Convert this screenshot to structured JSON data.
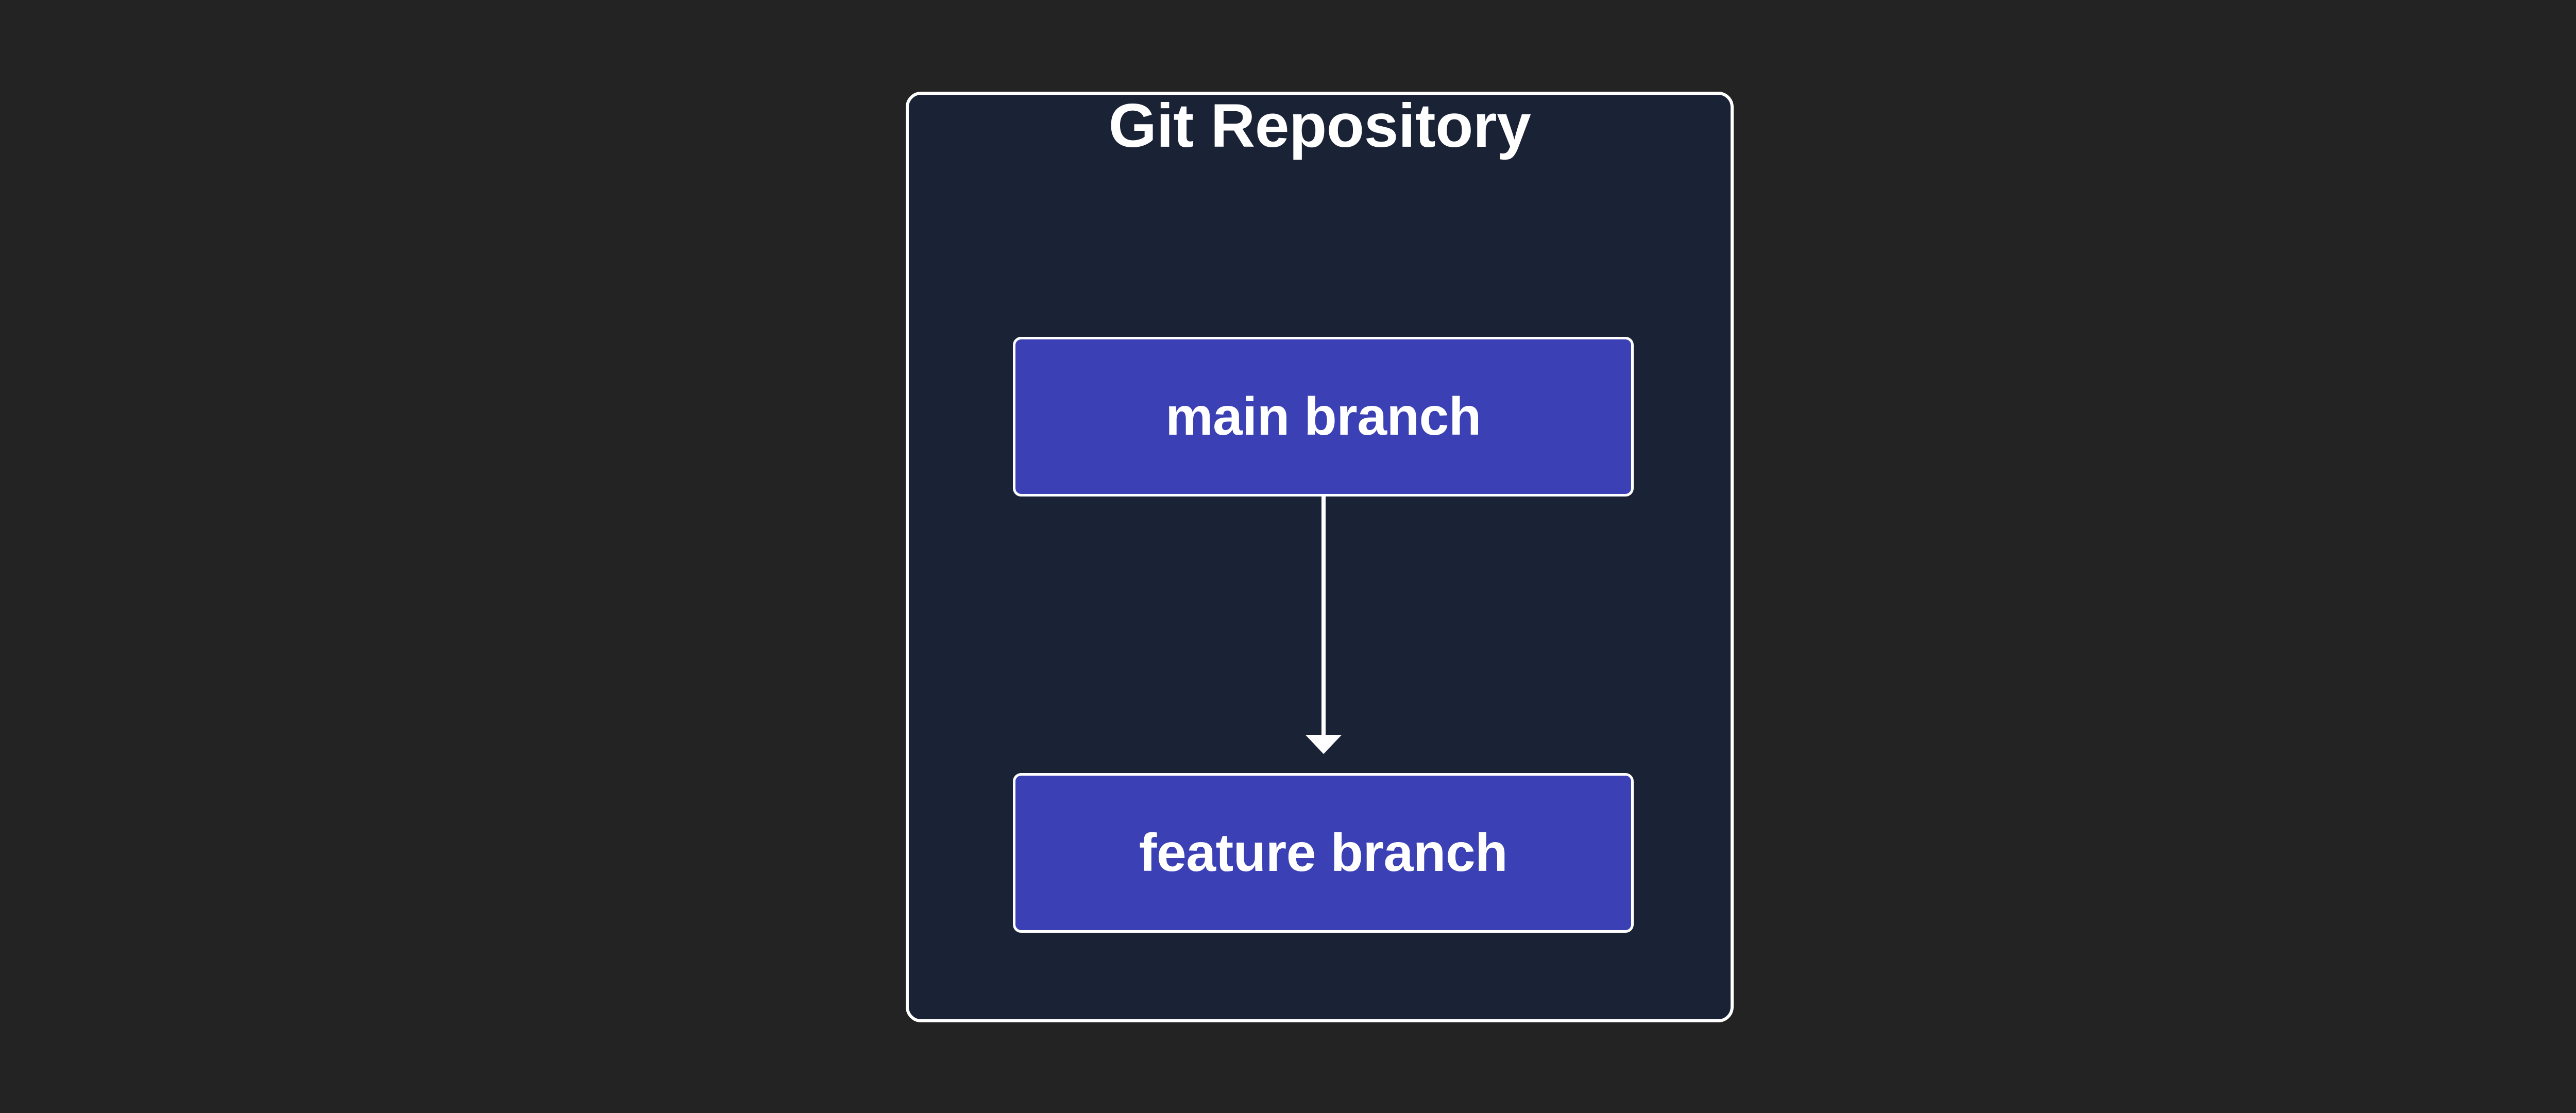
{
  "page": {
    "background_color": "#232323"
  },
  "diagram": {
    "type": "flowchart",
    "container": {
      "title": "Git Repository",
      "background_color": "#1a2235",
      "border_color": "#ffffff"
    },
    "nodes": [
      {
        "id": "main",
        "label": "main branch",
        "fill_color": "#3b40b4",
        "border_color": "#ffffff",
        "text_color": "#ffffff"
      },
      {
        "id": "feature",
        "label": "feature branch",
        "fill_color": "#3b40b4",
        "border_color": "#ffffff",
        "text_color": "#ffffff"
      }
    ],
    "edges": [
      {
        "from": "main",
        "to": "feature",
        "label": "",
        "color": "#ffffff",
        "direction": "down",
        "arrowhead": "filled-triangle"
      }
    ]
  }
}
